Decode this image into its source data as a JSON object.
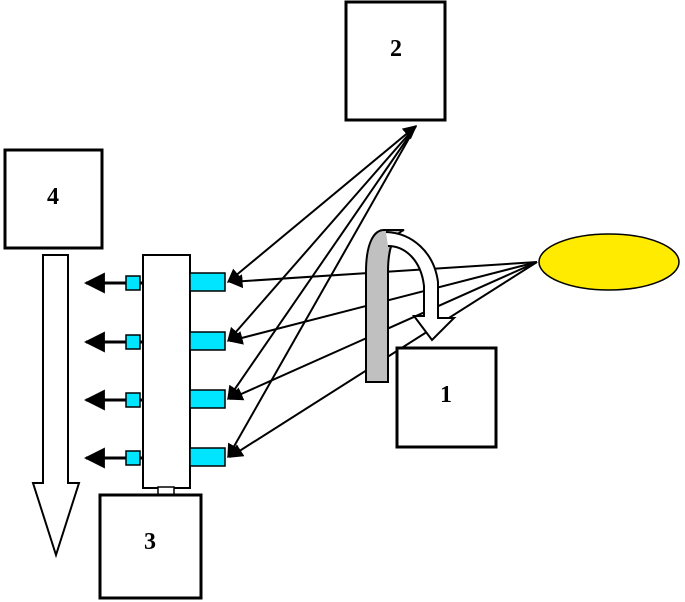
{
  "boxes": {
    "box1": {
      "label": "1"
    },
    "box2": {
      "label": "2"
    },
    "box3": {
      "label": "3"
    },
    "box4": {
      "label": "4"
    }
  },
  "colors": {
    "source_ellipse": "#ffeb00",
    "emitter_blocks": "#00e5ff",
    "rotation_arrow": "#c0c0c0",
    "lines": "#000000"
  },
  "icons": {
    "source": "ellipse-source",
    "rotation": "curved-rotation-arrow",
    "output": "down-arrow"
  }
}
